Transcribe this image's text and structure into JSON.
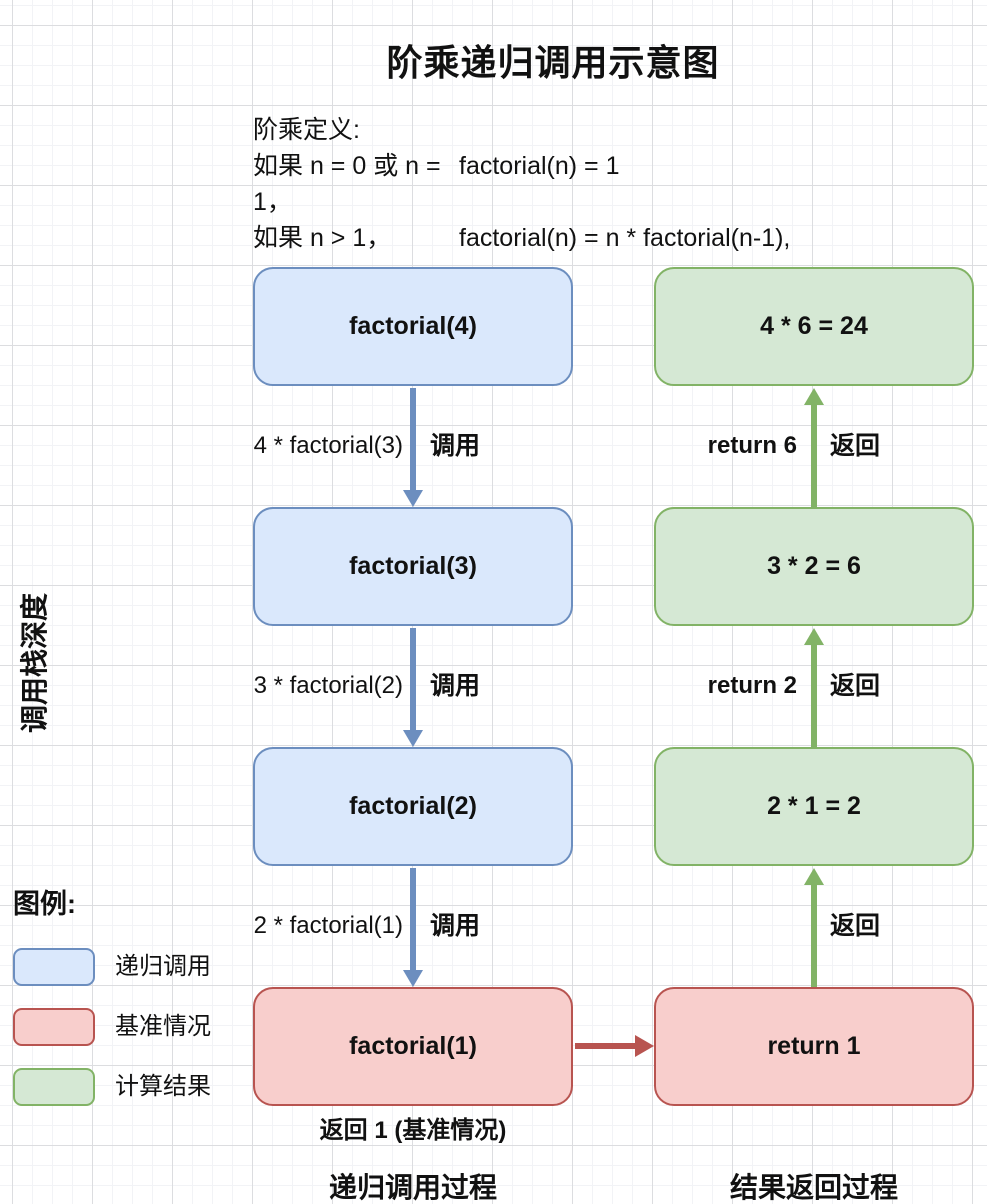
{
  "title": "阶乘递归调用示意图",
  "definition": {
    "heading": "阶乘定义:",
    "rows": [
      {
        "cond": "如果 n = 0 或 n = 1，",
        "formula": "factorial(n) = 1"
      },
      {
        "cond": "如果 n > 1，",
        "formula": "factorial(n) = n * factorial(n-1),"
      }
    ]
  },
  "axis_label": "调用栈深度",
  "call_column": {
    "boxes": [
      "factorial(4)",
      "factorial(3)",
      "factorial(2)",
      "factorial(1)"
    ],
    "arrows": [
      {
        "expr": "4 * factorial(3)",
        "tag": "调用"
      },
      {
        "expr": "3 * factorial(2)",
        "tag": "调用"
      },
      {
        "expr": "2 * factorial(1)",
        "tag": "调用"
      }
    ],
    "base_note": "返回 1 (基准情况)",
    "footer": "递归调用过程"
  },
  "return_column": {
    "boxes": [
      "4 * 6 = 24",
      "3 * 2 = 6",
      "2 * 1 = 2",
      "return 1"
    ],
    "arrows": [
      {
        "expr": "return 6",
        "tag": "返回"
      },
      {
        "expr": "return 2",
        "tag": "返回"
      },
      {
        "expr": "",
        "tag": "返回"
      }
    ],
    "footer": "结果返回过程"
  },
  "legend": {
    "heading": "图例:",
    "items": [
      {
        "label": "递归调用",
        "fill": "#dae8fc",
        "border": "#6c8ebf"
      },
      {
        "label": "基准情况",
        "fill": "#f8cecc",
        "border": "#b85450"
      },
      {
        "label": "计算结果",
        "fill": "#d5e8d4",
        "border": "#82b366"
      }
    ]
  },
  "colors": {
    "call_box_fill": "#dae8fc",
    "call_box_border": "#6c8ebf",
    "result_box_fill": "#d5e8d4",
    "result_box_border": "#82b366",
    "base_box_fill": "#f8cecc",
    "base_box_border": "#b85450",
    "call_arrow": "#6c8ebf",
    "return_arrow": "#82b366",
    "base_arrow": "#b85450"
  }
}
